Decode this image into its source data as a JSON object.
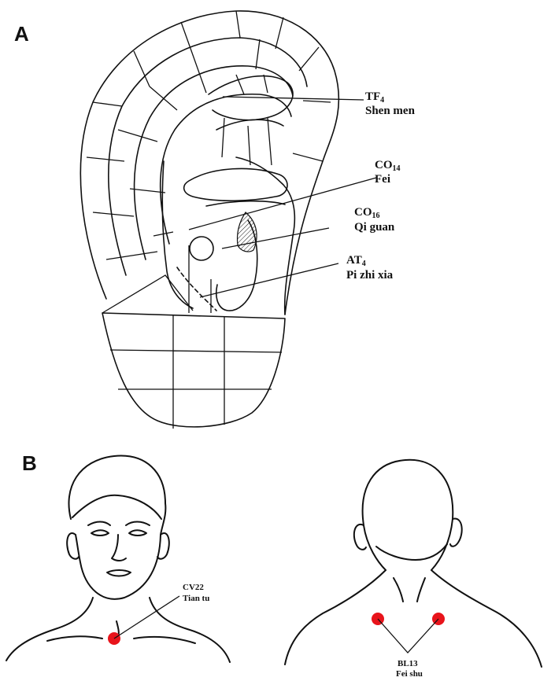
{
  "panels": [
    {
      "letter": "A",
      "points": [
        {
          "code": "TF",
          "sub": "4",
          "name": "Shen men"
        },
        {
          "code": "CO",
          "sub": "14",
          "name": "Fei"
        },
        {
          "code": "CO",
          "sub": "16",
          "name": "Qi guan"
        },
        {
          "code": "AT",
          "sub": "4",
          "name": "Pi zhi xia"
        }
      ]
    },
    {
      "letter": "B",
      "points": [
        {
          "code": "CV22",
          "name": "Tian tu",
          "dot_color": "#e8141b"
        },
        {
          "code": "BL13",
          "name": "Fei shu",
          "dot_color": "#e8141b"
        }
      ]
    }
  ]
}
